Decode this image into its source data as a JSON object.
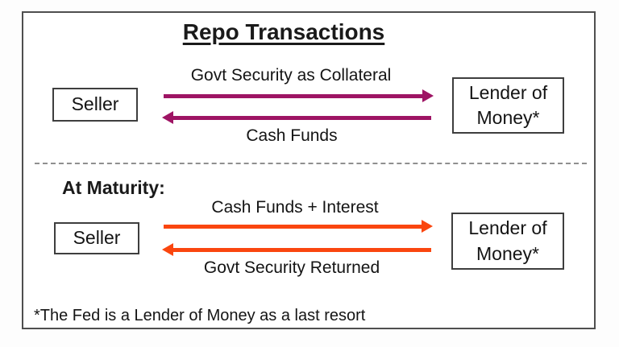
{
  "colors": {
    "repo_arrow": "#9E1464",
    "maturity_arrow": "#FA460F"
  },
  "diagram": {
    "title": "Repo Transactions",
    "repo_flow": {
      "seller_box": "Seller",
      "lender_box": "Lender of Money*",
      "to_lender_label": "Govt Security as Collateral",
      "to_seller_label": "Cash Funds"
    },
    "maturity_flow": {
      "heading": "At Maturity:",
      "seller_box": "Seller",
      "lender_box": "Lender of Money*",
      "to_lender_label": "Cash Funds + Interest",
      "to_seller_label": "Govt Security Returned"
    },
    "footnote": "*The Fed is a Lender of Money as a last resort"
  }
}
